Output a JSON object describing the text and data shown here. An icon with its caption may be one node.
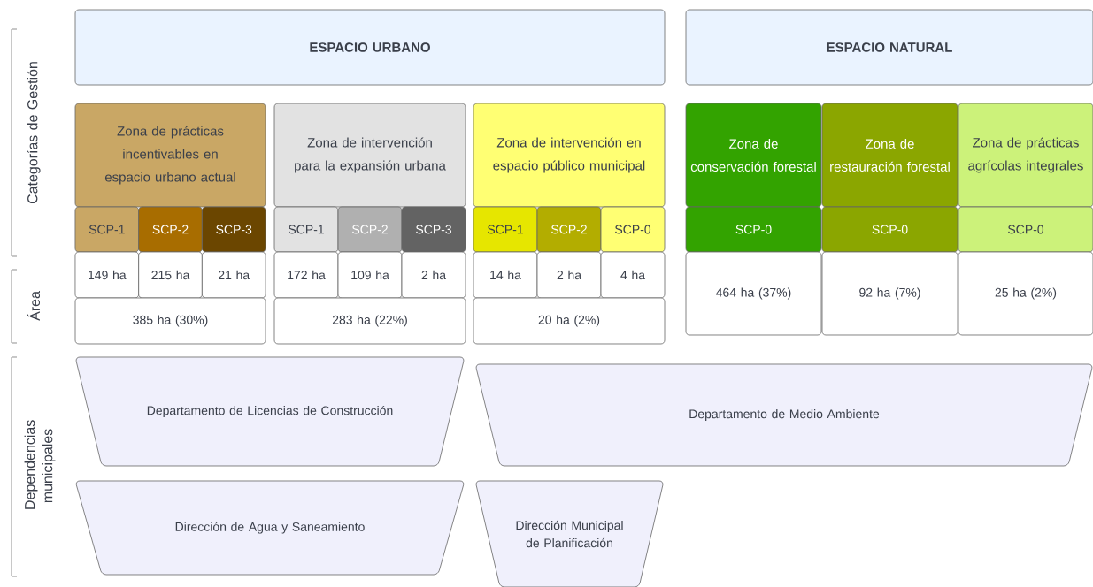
{
  "diagram": {
    "nodes": [
      {
        "text": [
          "ESPACIO URBANO"
        ]
      },
      {
        "text": [
          "ESPACIO NATURAL"
        ]
      },
      {
        "text": [
          "Zona de prácticas incentivables en espacio urbano actual"
        ]
      },
      {
        "text": [
          "Zona de intervención para la expansión urbana"
        ]
      },
      {
        "text": [
          "Zona de intervención en espacio público municipal"
        ]
      },
      {
        "text": [
          "Zona de conservación forestal"
        ]
      },
      {
        "text": [
          "Zona de restauración forestal"
        ]
      },
      {
        "text": [
          "Zona de prácticas agrícolas integrales"
        ]
      },
      {
        "text": [
          "SCP-1"
        ]
      },
      {
        "text": [
          "SCP-2"
        ]
      },
      {
        "text": [
          "SCP-3"
        ]
      },
      {
        "text": [
          "SCP-1"
        ]
      },
      {
        "text": [
          "SCP-2"
        ]
      },
      {
        "text": [
          "SCP-3"
        ]
      },
      {
        "text": [
          "SCP-1"
        ]
      },
      {
        "text": [
          "SCP-2"
        ]
      },
      {
        "text": [
          "SCP-0"
        ]
      },
      {
        "text": [
          "SCP-0"
        ]
      },
      {
        "text": [
          "SCP-0"
        ]
      },
      {
        "text": [
          "SCP-0"
        ]
      },
      {
        "text": [
          "149 ha"
        ]
      },
      {
        "text": [
          "215 ha"
        ]
      },
      {
        "text": [
          "21 ha"
        ]
      },
      {
        "text": [
          "172 ha"
        ]
      },
      {
        "text": [
          "109 ha"
        ]
      },
      {
        "text": [
          "2 ha"
        ]
      },
      {
        "text": [
          "14 ha"
        ]
      },
      {
        "text": [
          "2 ha"
        ]
      },
      {
        "text": [
          "4 ha"
        ]
      },
      {
        "text": [
          "464 ha (37%)"
        ]
      },
      {
        "text": [
          "92 ha (7%)"
        ]
      },
      {
        "text": [
          "25 ha (2%)"
        ]
      },
      {
        "text": [
          "385 ha (30%)"
        ]
      },
      {
        "text": [
          "283 ha (22%)"
        ]
      },
      {
        "text": [
          "20 ha (2%)"
        ]
      },
      {
        "text": [
          "Departamento de Licencias de Construcción"
        ]
      },
      {
        "text": [
          "Departamento de Medio Ambiente"
        ]
      },
      {
        "text": [
          "Dirección de Agua y Saneamiento"
        ]
      },
      {
        "text": [
          "Dirección Municipal de Planificación"
        ]
      }
    ],
    "labels": [
      "Categorías de Gestión",
      "Área",
      "Dependencias municipales"
    ]
  }
}
